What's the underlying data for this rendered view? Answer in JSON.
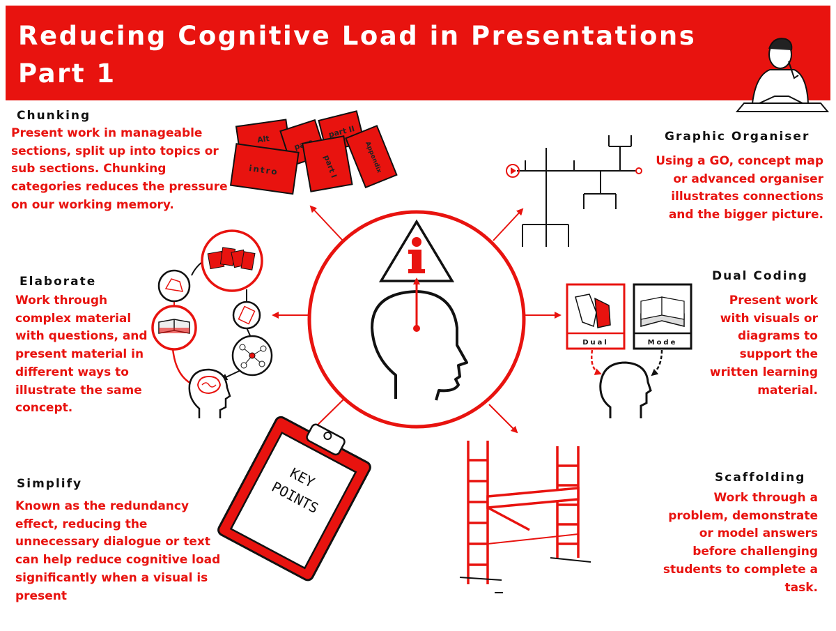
{
  "header": {
    "title_line1": "Reducing Cognitive Load in Presentations",
    "title_line2": "Part 1"
  },
  "sections": {
    "chunking": {
      "title": "Chunking",
      "body": "Present work in manageable\nsections, split up into topics or\nsub sections. Chunking\ncategories reduces the pressure\non our working memory."
    },
    "graphic_organiser": {
      "title": "Graphic Organiser",
      "body": "Using a GO, concept map\nor advanced organiser\nillustrates connections\nand the bigger picture."
    },
    "elaborate": {
      "title": "Elaborate",
      "body": "Work through\ncomplex material\nwith questions, and\npresent material in\ndifferent ways to\nillustrate the same\nconcept."
    },
    "dual_coding": {
      "title": "Dual Coding",
      "body": "Present work\nwith visuals or\ndiagrams to\nsupport the\nwritten learning\nmaterial."
    },
    "simplify": {
      "title": "Simplify",
      "body": "Known as the redundancy\neffect, reducing the\nunnecessary dialogue or text\ncan help reduce cognitive load\nsignificantly when a visual is\npresent"
    },
    "scaffolding": {
      "title": "Scaffolding",
      "body": "Work through a\nproblem, demonstrate\nor model answers\nbefore challenging\nstudents to complete a\ntask."
    }
  },
  "labels": {
    "block_intro": "intro",
    "block_part1": "part I",
    "block_part2": "part II",
    "block_alt": "Alt",
    "block_para": "para",
    "block_appendix": "Appendix",
    "dual_card": "Dual",
    "mode_card": "Mode",
    "clipboard_line1": "KEY",
    "clipboard_line2": "POINTS"
  },
  "colors": {
    "accent": "#e8130f",
    "text_dark": "#111111",
    "background": "#ffffff"
  },
  "icons": [
    "person-reading-icon",
    "information-warning-icon",
    "head-silhouette-icon",
    "building-blocks-icon",
    "graphic-organiser-tree-icon",
    "book-icon",
    "clipboard-icon",
    "scaffolding-icon",
    "brain-icon"
  ]
}
